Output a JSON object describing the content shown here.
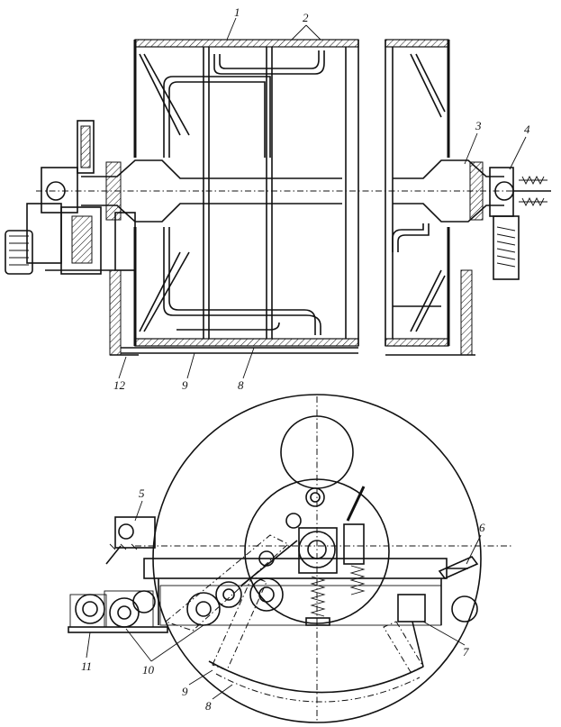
{
  "callouts": {
    "c1": "1",
    "c2": "2",
    "c3": "3",
    "c4": "4",
    "c5": "5",
    "c6": "6",
    "c7": "7",
    "c8_top": "8",
    "c8_bottom": "8",
    "c9_top": "9",
    "c9_bottom": "9",
    "c10": "10",
    "c11": "11",
    "c12": "12"
  }
}
